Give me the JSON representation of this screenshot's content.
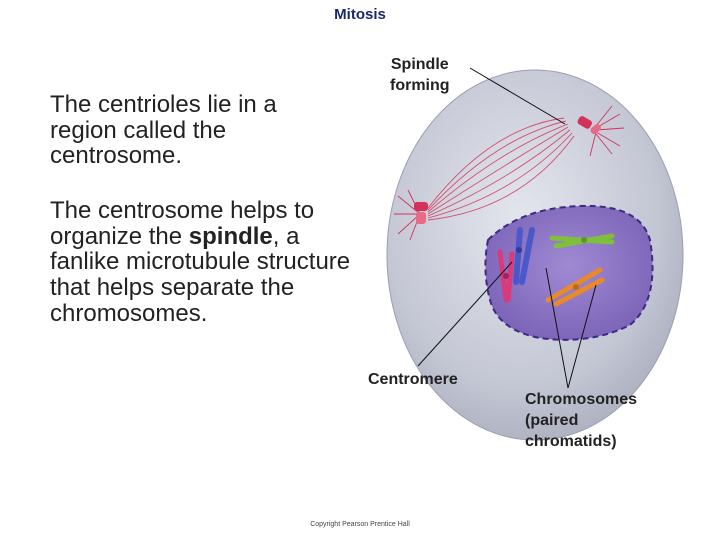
{
  "title": "Mitosis",
  "text": {
    "centrioles": "The centrioles lie in a region called the centrosome.",
    "centrosome_before": "The centrosome helps to organize the ",
    "centrosome_bold": "spindle",
    "centrosome_after": ", a fanlike microtubule structure that helps separate the chromosomes."
  },
  "labels": {
    "spindle_line1": "Spindle",
    "spindle_line2": "forming",
    "centromere": "Centromere",
    "chromosomes_line1": "Chromosomes",
    "chromosomes_line2": "(paired",
    "chromosomes_line3": "chromatids)"
  },
  "copyright": "Copyright Pearson Prentice Hall",
  "colors": {
    "title": "#1a2a6c",
    "cell": "#c9ccd8",
    "nucleus": "#8f78c6",
    "nucleus_border": "#3b2a86",
    "spindle": "#d2335a",
    "chromosome_blue": "#4b58c9",
    "chromosome_green": "#7fbf3b",
    "chromosome_pink": "#d83a7a",
    "chromosome_orange": "#e88a2a"
  }
}
